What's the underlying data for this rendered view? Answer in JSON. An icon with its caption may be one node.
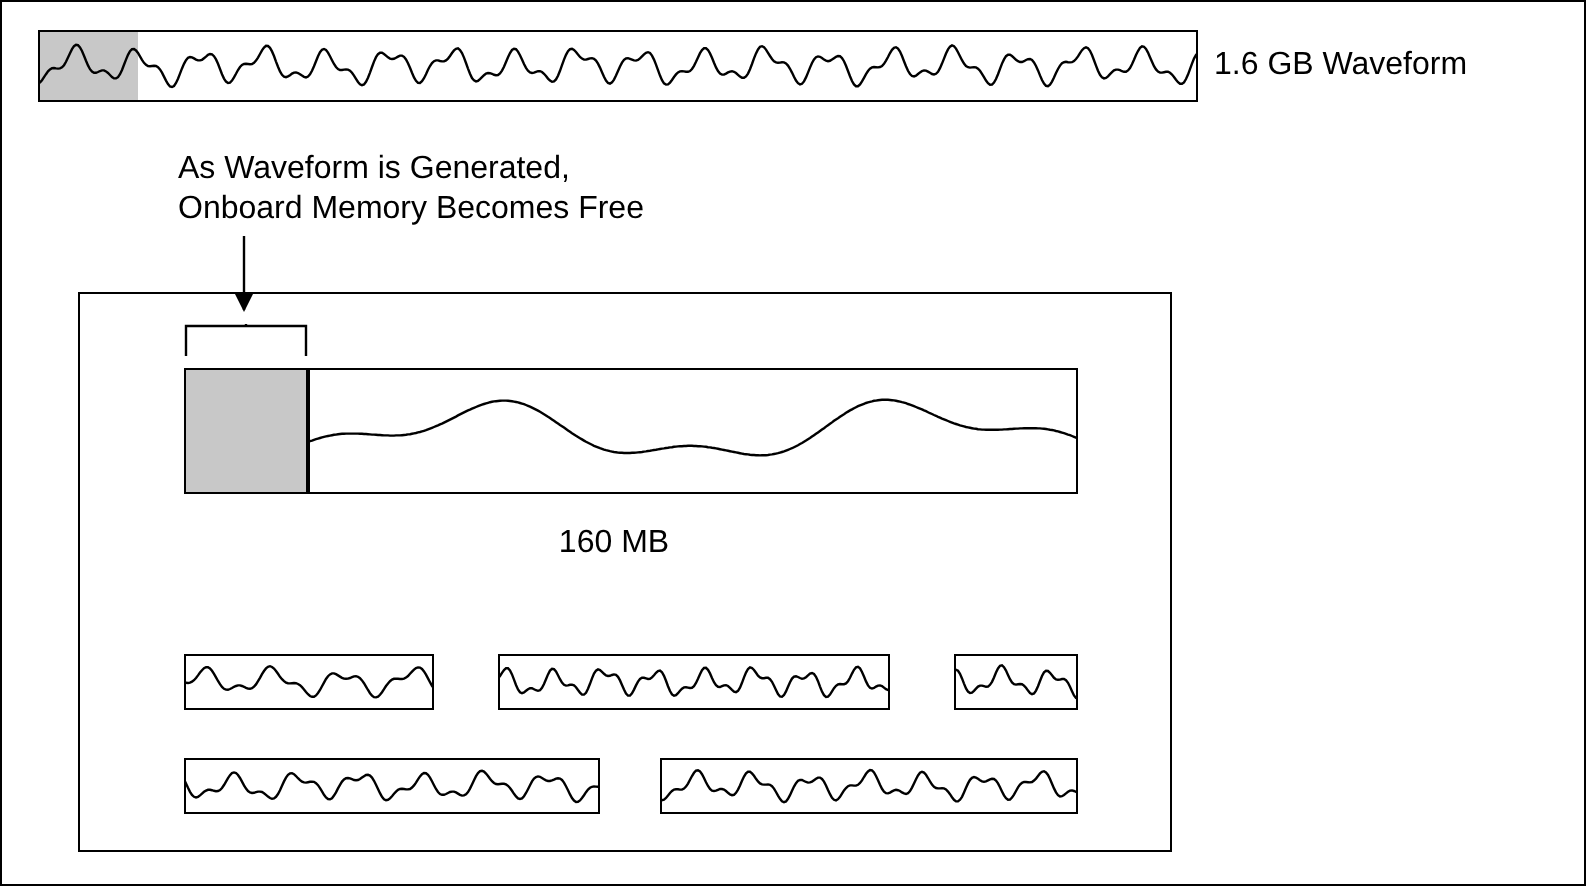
{
  "diagram": {
    "nodes": [
      {
        "text": [],
        "shape": "picture",
        "beside": [
          "1.6 GB Waveform"
        ]
      },
      {
        "text": [
          "As Waveform is Generated, Onboard Memory Becomes Free"
        ]
      },
      {
        "text": [],
        "shape": "box"
      },
      {
        "text": [],
        "shape": "box",
        "in": 2
      },
      {
        "text": [],
        "shape": "picture",
        "in": 2,
        "beside": [
          "160 MB"
        ]
      },
      {
        "text": [],
        "shape": "picture",
        "in": 2
      },
      {
        "text": [],
        "shape": "picture",
        "in": 2
      },
      {
        "text": [],
        "shape": "picture",
        "in": 2
      },
      {
        "text": [],
        "shape": "picture",
        "in": 2
      },
      {
        "text": [],
        "shape": "picture",
        "in": 2
      }
    ],
    "edges": [
      {
        "from": 1,
        "to": 3,
        "arrow": "to"
      }
    ]
  }
}
